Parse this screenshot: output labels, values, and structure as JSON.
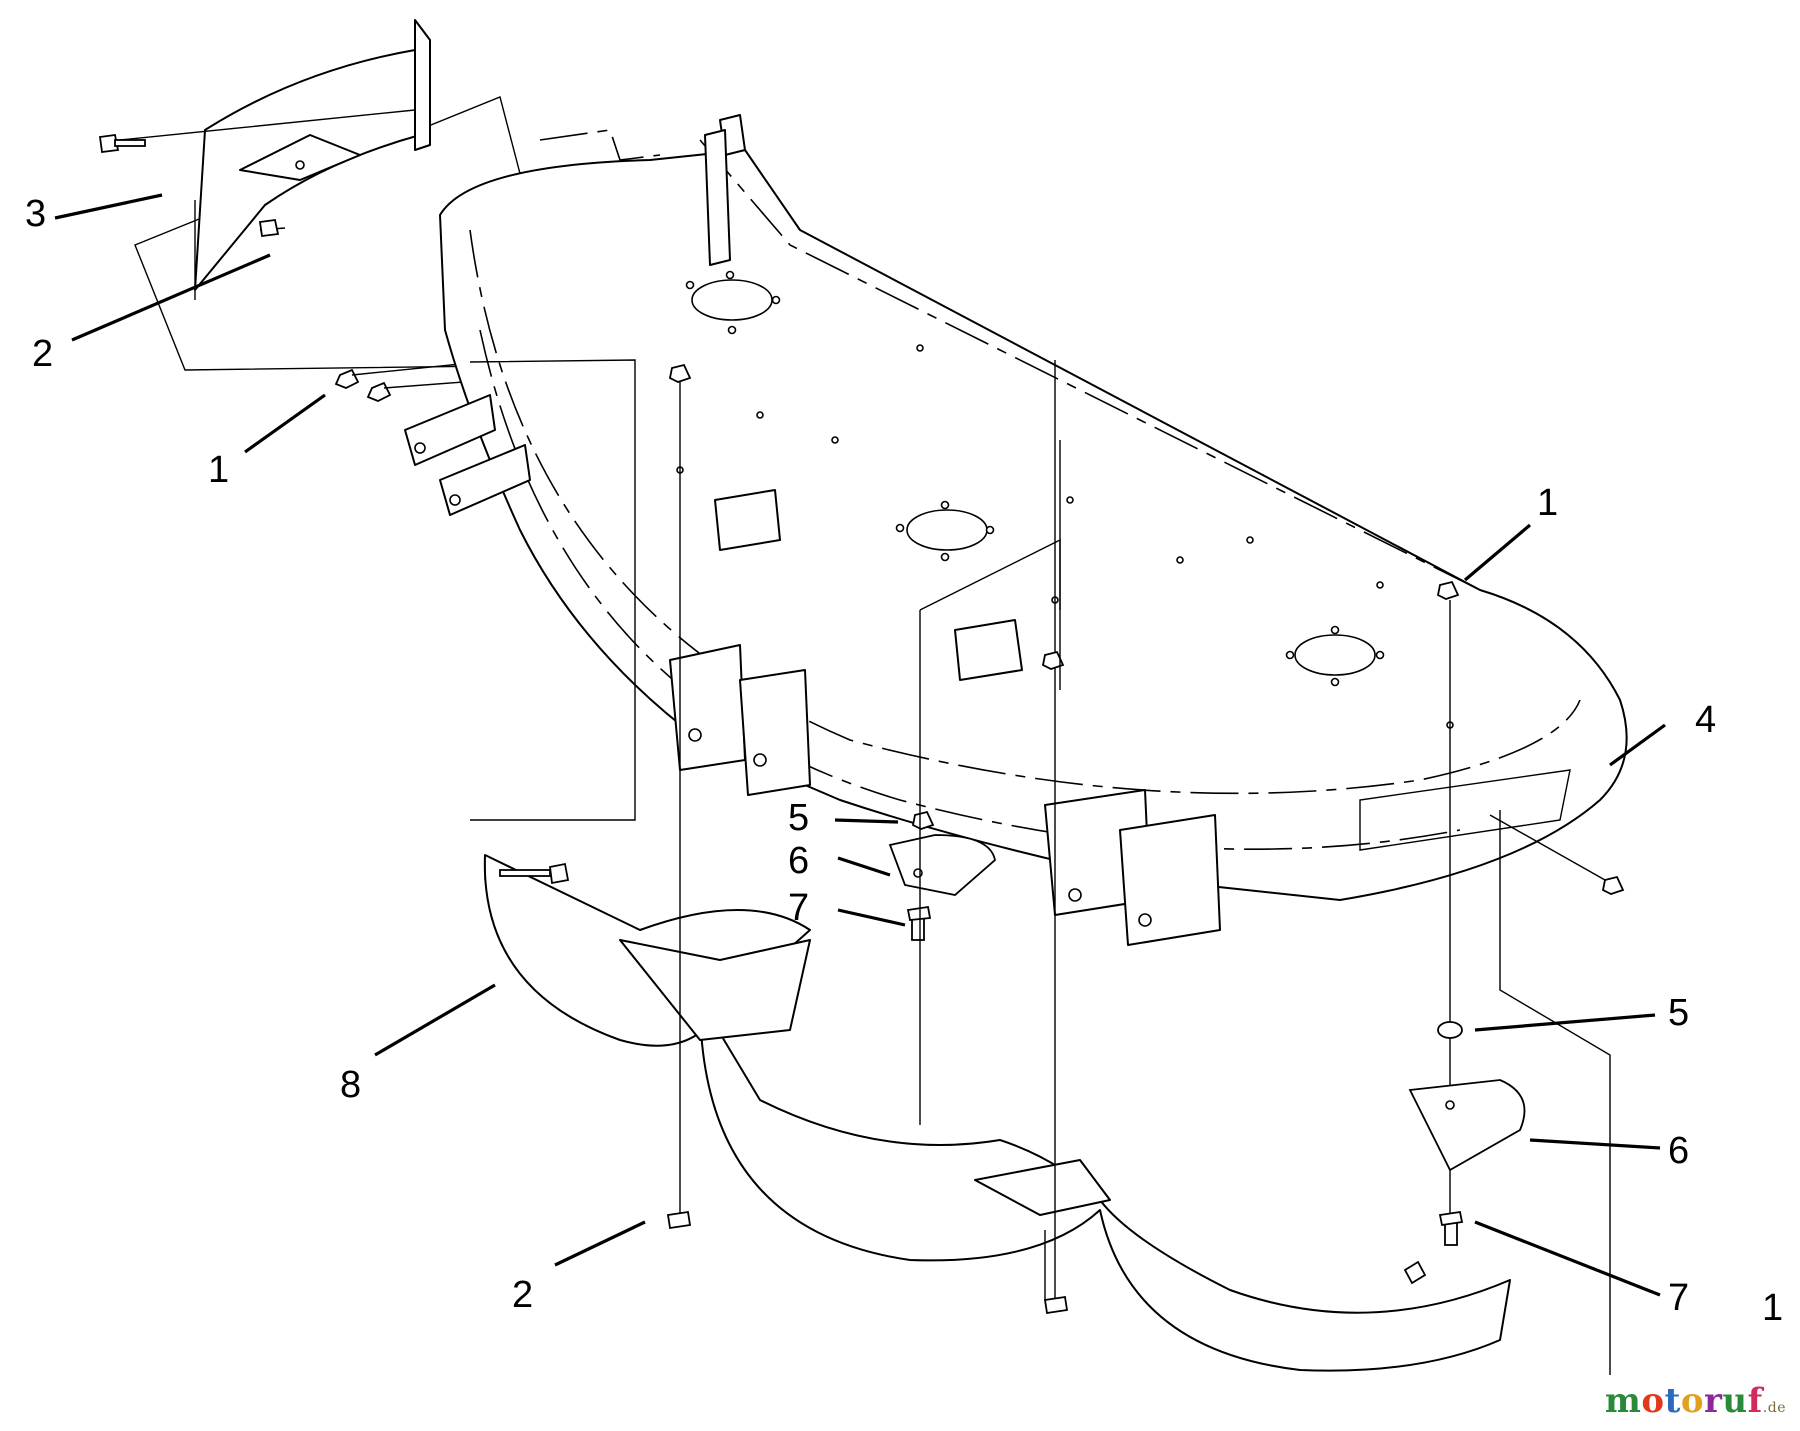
{
  "callouts": [
    {
      "id": "c3a",
      "text": "3"
    },
    {
      "id": "c2a",
      "text": "2"
    },
    {
      "id": "c1a",
      "text": "1"
    },
    {
      "id": "c1b",
      "text": "1"
    },
    {
      "id": "c4",
      "text": "4"
    },
    {
      "id": "c5a",
      "text": "5"
    },
    {
      "id": "c6a",
      "text": "6"
    },
    {
      "id": "c7a",
      "text": "7"
    },
    {
      "id": "c8",
      "text": "8"
    },
    {
      "id": "c5b",
      "text": "5"
    },
    {
      "id": "c6b",
      "text": "6"
    },
    {
      "id": "c7b",
      "text": "7"
    },
    {
      "id": "c2b",
      "text": "2"
    },
    {
      "id": "c1c",
      "text": "1"
    }
  ],
  "watermark": {
    "letters": [
      "m",
      "o",
      "t",
      "o",
      "r",
      "u",
      "f"
    ],
    "colors": [
      "#2a8a3a",
      "#e03a1e",
      "#2a6bbf",
      "#e0a21e",
      "#8a2a9a",
      "#2a8a3a",
      "#d02a5a"
    ],
    "tld": ".de"
  }
}
